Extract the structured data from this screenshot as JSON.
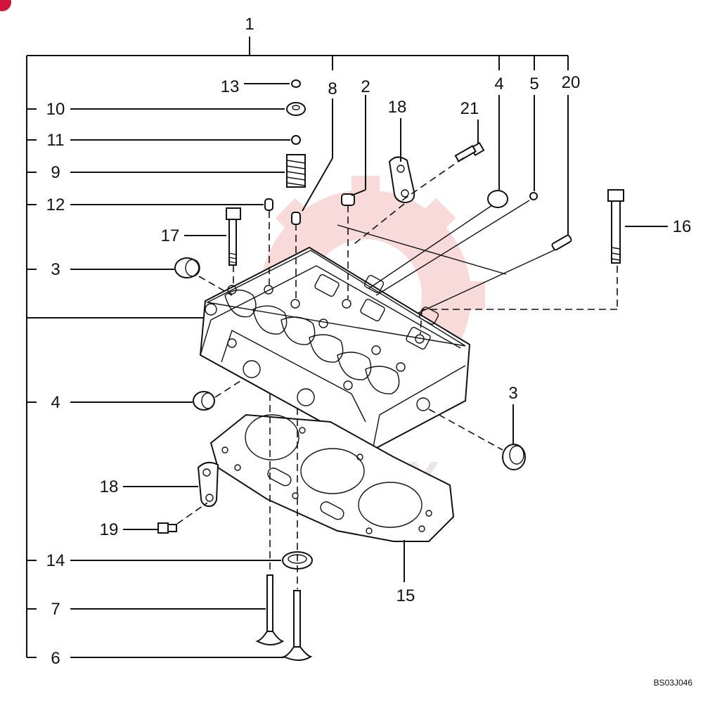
{
  "diagram": {
    "reference_code": "BS03J046",
    "watermark": "SHTEX",
    "callouts": {
      "c1": "1",
      "c2": "2",
      "c3a": "3",
      "c3b": "3",
      "c4a": "4",
      "c4b": "4",
      "c5": "5",
      "c6": "6",
      "c7": "7",
      "c8": "8",
      "c9": "9",
      "c10": "10",
      "c11": "11",
      "c12": "12",
      "c13": "13",
      "c14": "14",
      "c15": "15",
      "c16": "16",
      "c17": "17",
      "c18a": "18",
      "c18b": "18",
      "c19": "19",
      "c20": "20",
      "c21": "21"
    },
    "colors": {
      "line": "#111111",
      "watermark": "#f6c8c8",
      "badge": "#d0143c"
    }
  }
}
